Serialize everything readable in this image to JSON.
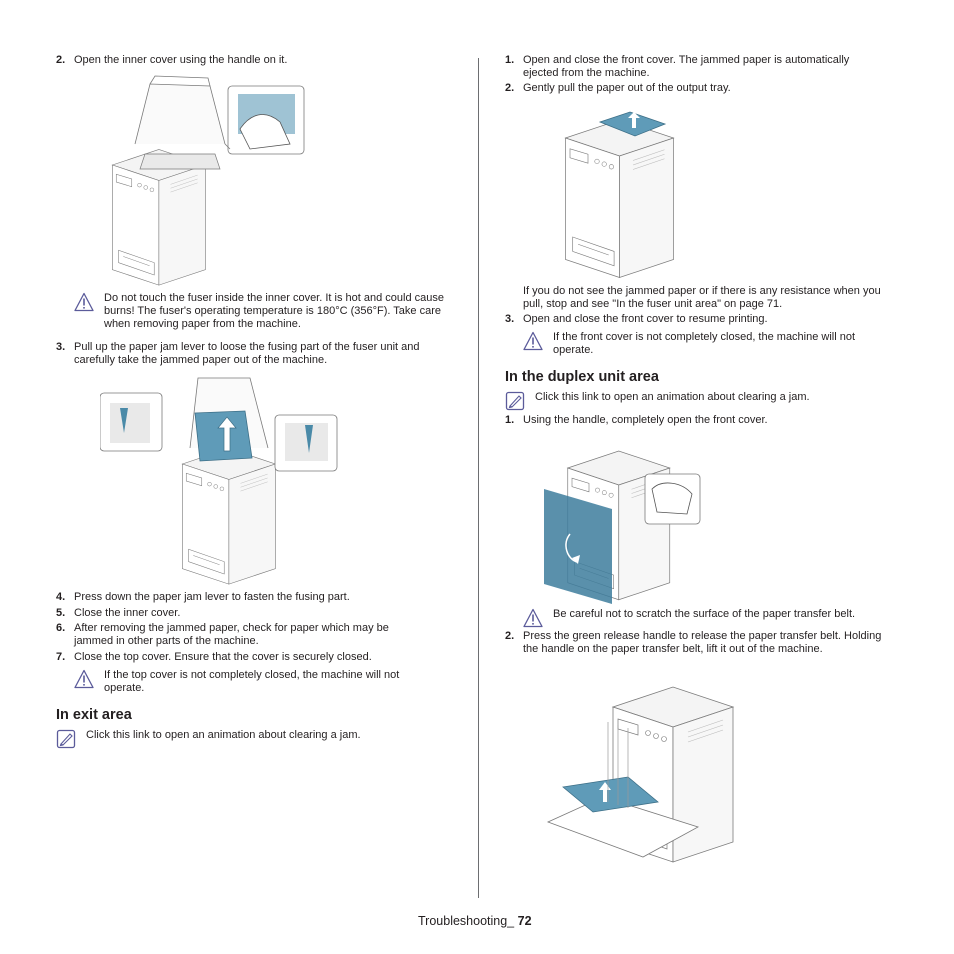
{
  "left": {
    "steps_a": [
      {
        "num": "2.",
        "text": "Open the inner cover using the handle on it."
      }
    ],
    "warning_1": "Do not touch the fuser inside the inner cover. It is hot and could cause burns! The fuser's operating temperature is 180°C (356°F). Take care when removing paper from the machine.",
    "steps_b": [
      {
        "num": "3.",
        "text": "Pull up the paper jam lever to loose the fusing part of the fuser unit and carefully take the jammed paper out of the machine."
      }
    ],
    "steps_c": [
      {
        "num": "4.",
        "text": "Press down the paper jam lever to fasten the fusing part."
      },
      {
        "num": "5.",
        "text": "Close the inner cover."
      },
      {
        "num": "6.",
        "text": "After removing the jammed paper, check for paper which may be jammed in other parts of the machine."
      },
      {
        "num": "7.",
        "text": "Close the top cover. Ensure that the cover is securely closed."
      }
    ],
    "warning_2": "If the top cover is not completely closed, the machine will not operate.",
    "exit_heading": "In exit area",
    "exit_memo": "Click this link to open an animation about clearing a jam."
  },
  "right": {
    "steps_a": [
      {
        "num": "1.",
        "text": "Open and close the front cover. The jammed paper is automatically ejected from the machine."
      },
      {
        "num": "2.",
        "text": "Gently pull the paper out of the output tray."
      }
    ],
    "para_1": "If you do not see the jammed paper or if there is any resistance when you pull, stop and see \"In the fuser unit area\" on page 71.",
    "steps_b": [
      {
        "num": "3.",
        "text": "Open and close the front cover to resume printing."
      }
    ],
    "warning_1": "If the front cover is not completely closed, the machine will not operate.",
    "duplex_heading": "In the duplex unit area",
    "duplex_memo": "Click this link to open an animation about clearing a jam.",
    "steps_c": [
      {
        "num": "1.",
        "text": "Using the handle, completely open the front cover."
      }
    ],
    "warning_2": "Be careful not to scratch the surface of the paper transfer belt.",
    "steps_d": [
      {
        "num": "2.",
        "text": "Press the green release handle to release the paper transfer belt. Holding the handle on the paper transfer belt, lift it out of the machine."
      }
    ]
  },
  "footer": {
    "section": "Troubleshooting_",
    "page": "72"
  },
  "colors": {
    "accent": "#4a8aa8",
    "text": "#231f20",
    "icon": "#5b5b9a"
  }
}
